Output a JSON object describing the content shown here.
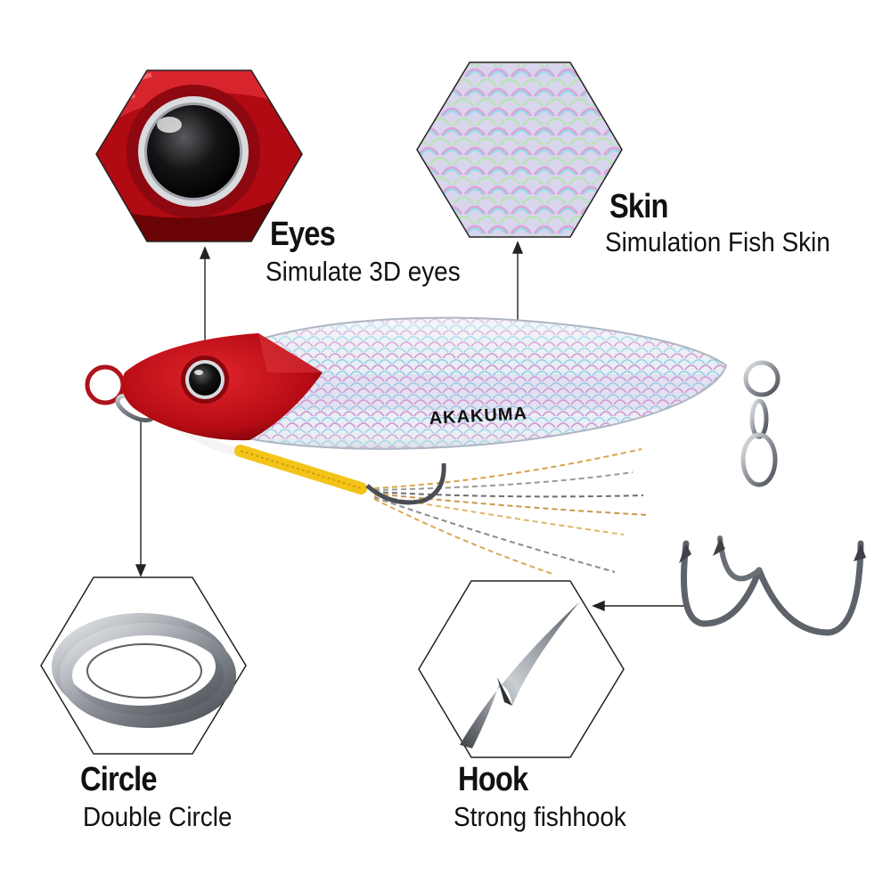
{
  "lure": {
    "brand": "AKAKUMA",
    "colors": {
      "head": "#c8101a",
      "head_dark": "#7a0508",
      "body_silver": "#dfe6ef",
      "scale_pink": "#e8a8d8",
      "scale_cyan": "#8fd8e8",
      "assist_cord": "#f2c418",
      "hook_steel": "#8a8f96"
    }
  },
  "features": {
    "eyes": {
      "title": "Eyes",
      "desc": "Simulate 3D eyes",
      "icon": "eye-closeup"
    },
    "skin": {
      "title": "Skin",
      "desc": "Simulation Fish Skin",
      "icon": "fish-scale-closeup"
    },
    "circle": {
      "title": "Circle",
      "desc": "Double Circle",
      "icon": "split-ring-closeup"
    },
    "hook": {
      "title": "Hook",
      "desc": "Strong fishhook",
      "icon": "hook-barb-closeup"
    }
  }
}
